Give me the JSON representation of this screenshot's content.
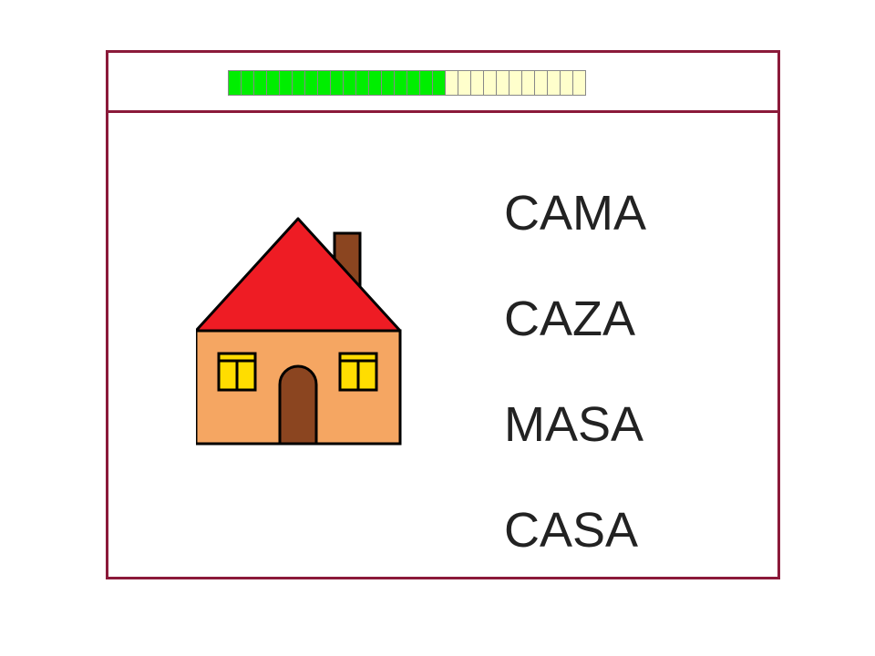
{
  "progress": {
    "total_segments": 28,
    "completed_segments": 17,
    "fraction_complete": 0.607,
    "completed_color": "#00ee00",
    "remaining_color": "#ffffcc"
  },
  "picture": {
    "icon": "house-icon",
    "roof_color": "#ee1c24",
    "wall_color": "#f5a662",
    "door_color": "#8b4520",
    "window_color": "#ffdd00",
    "chimney_color": "#8b4520"
  },
  "options": [
    {
      "label": "CAMA"
    },
    {
      "label": "CAZA"
    },
    {
      "label": "MASA"
    },
    {
      "label": "CASA"
    }
  ],
  "colors": {
    "frame_border": "#8b1a3a",
    "text": "#222222"
  }
}
